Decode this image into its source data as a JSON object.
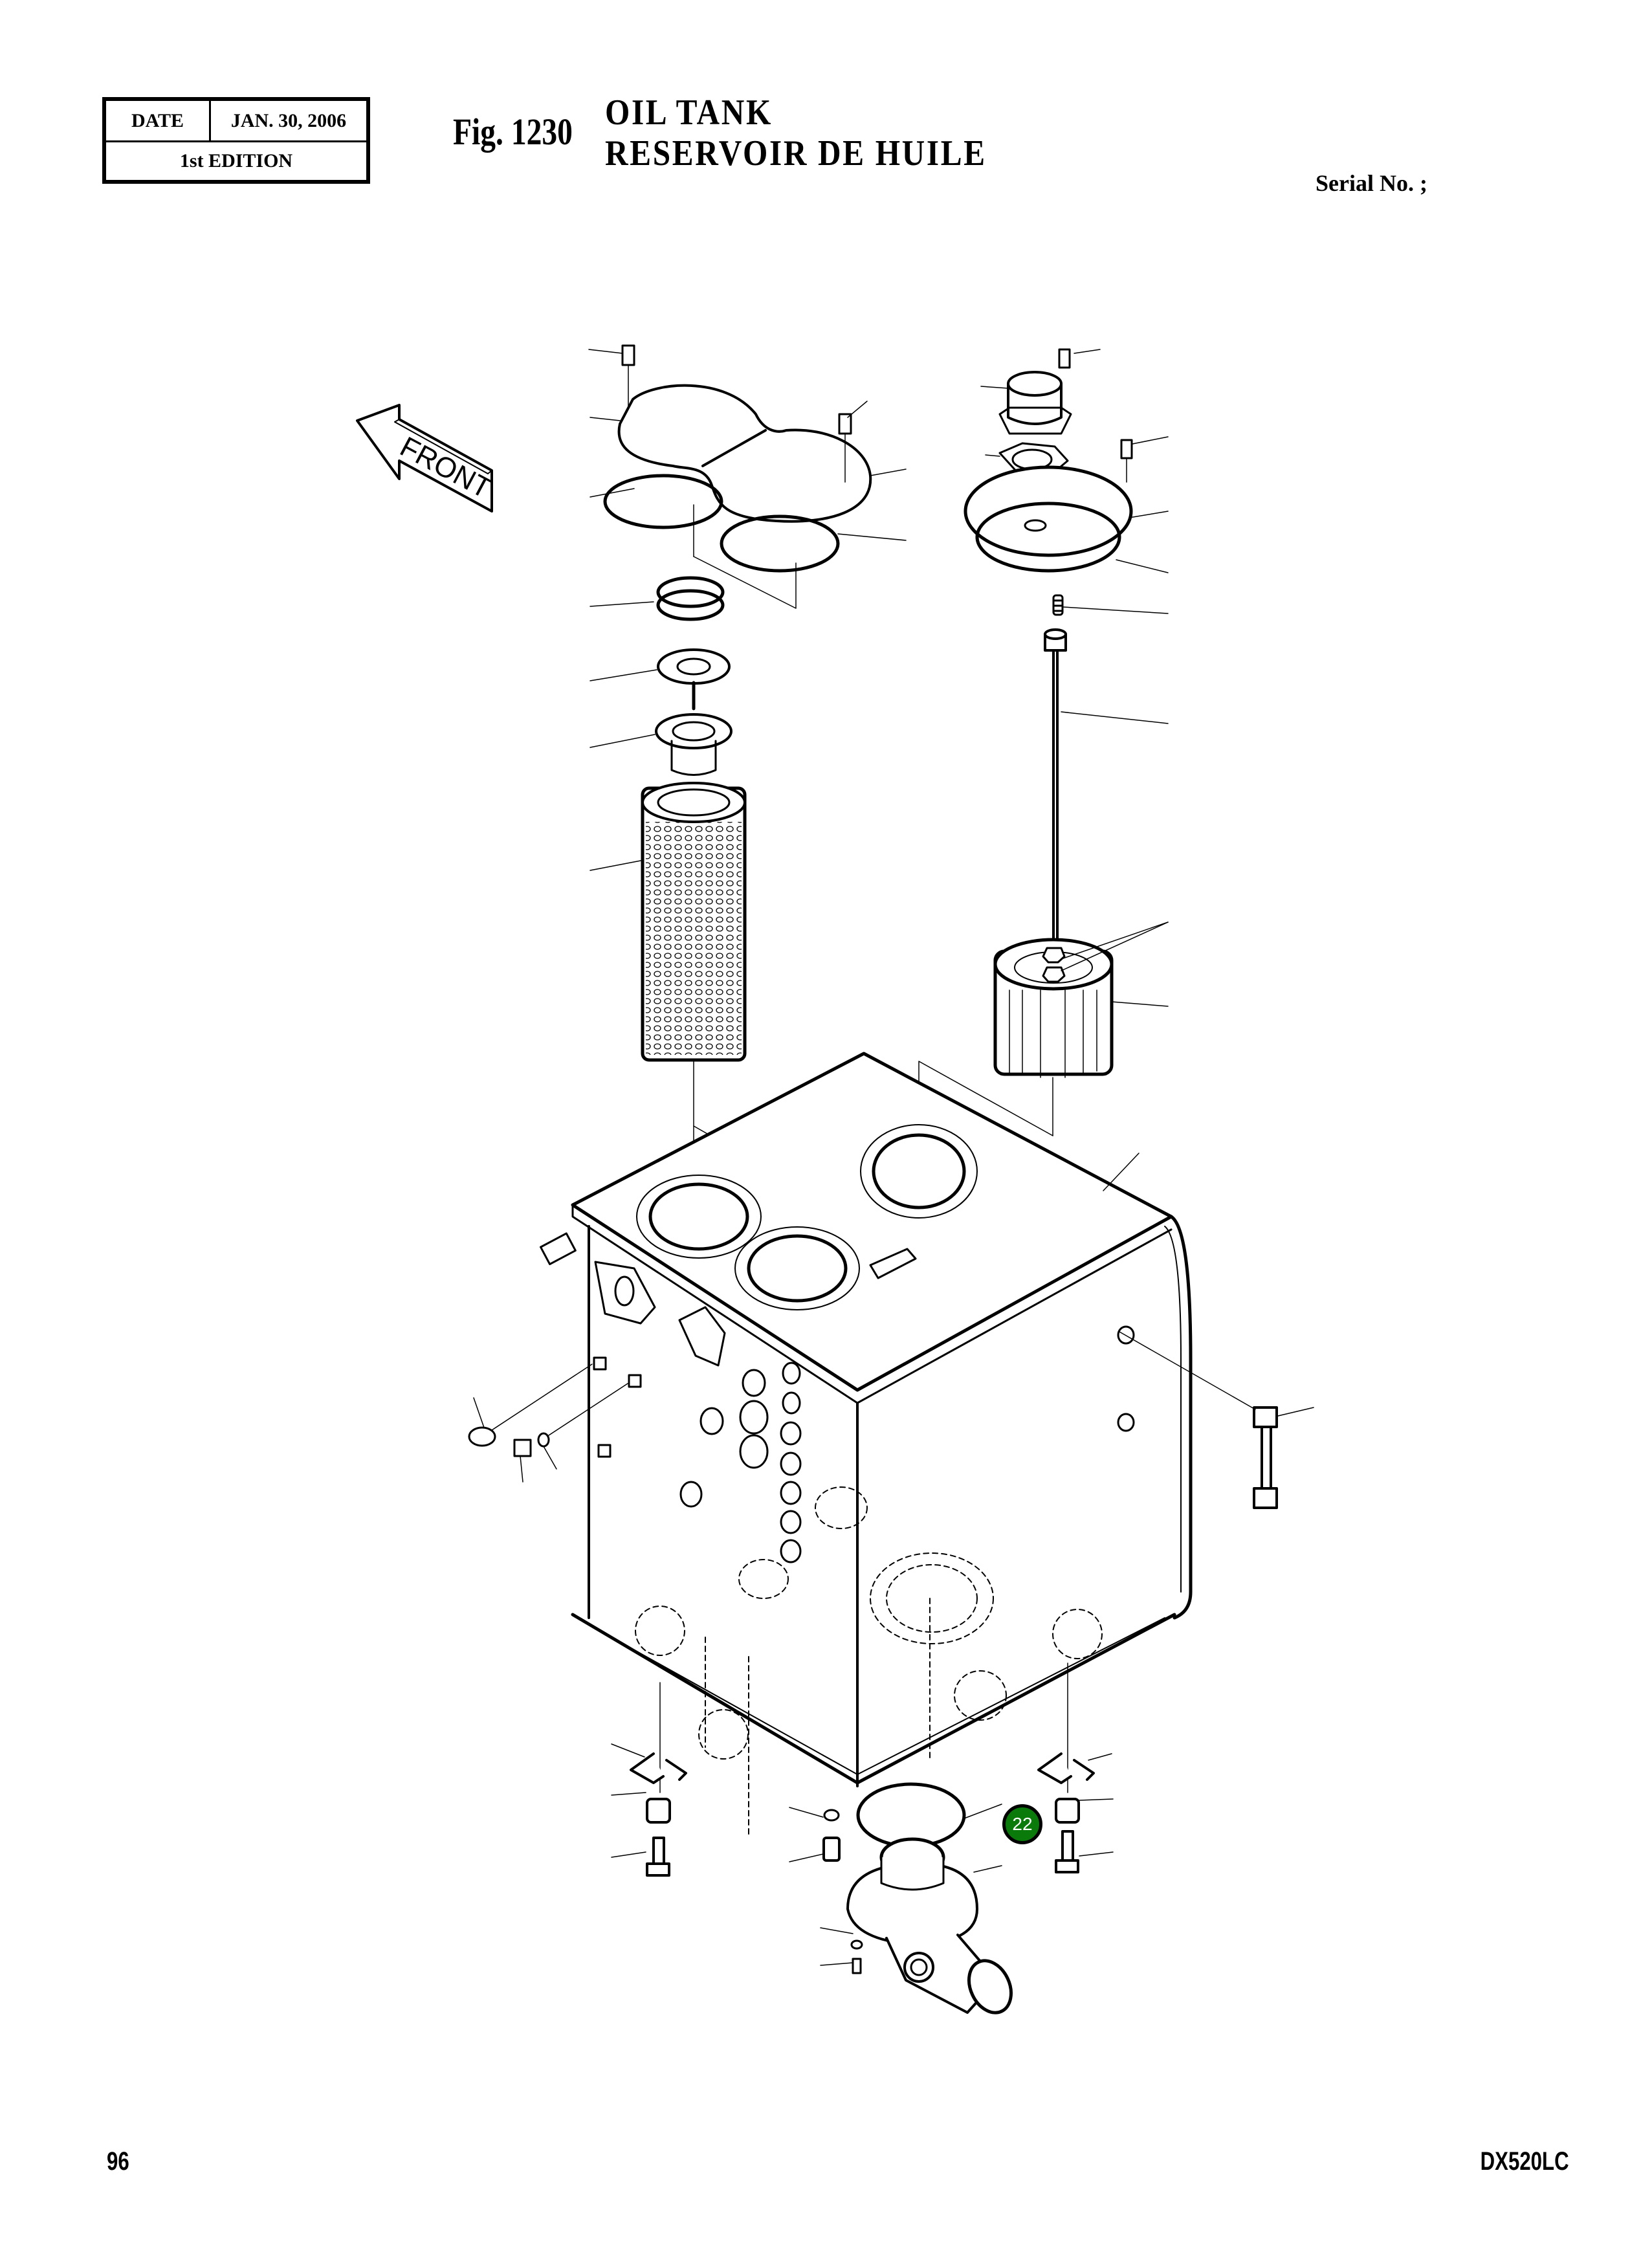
{
  "header": {
    "date_label": "DATE",
    "date_value": "JAN. 30, 2006",
    "edition": "1st EDITION",
    "figure_number": "Fig. 1230",
    "title_en": "OIL  TANK",
    "title_fr": "RESERVOIR  DE  HUILE",
    "serial_label": "Serial No. ;"
  },
  "diagram": {
    "orientation_label": "FRONT",
    "callouts": [
      {
        "number": "22",
        "color": "#0a7a0a",
        "text_color": "#ffffff"
      }
    ]
  },
  "footer": {
    "page_number": "96",
    "model": "DX520LC"
  }
}
